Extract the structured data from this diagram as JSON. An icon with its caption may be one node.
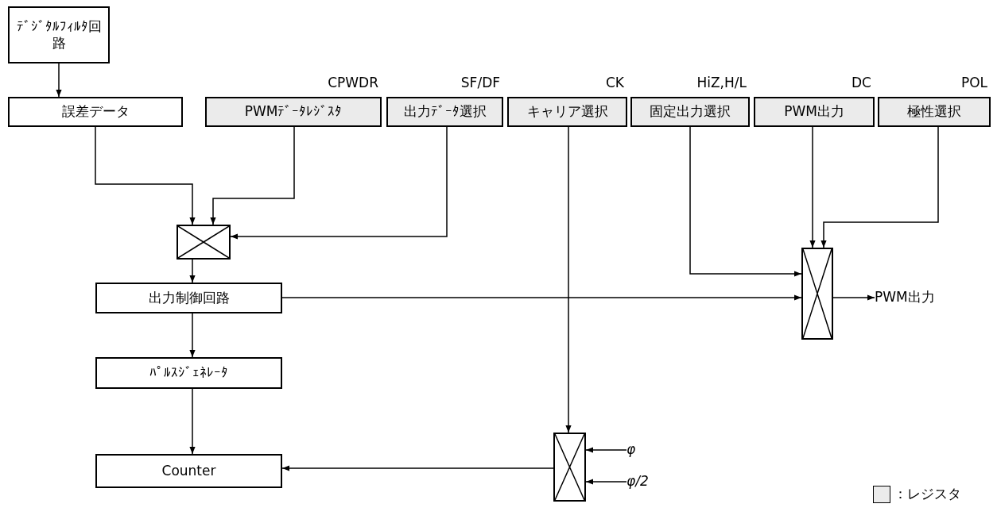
{
  "diagram": {
    "nodes": [
      {
        "text": [
          "ﾃﾞｼﾞﾀﾙﾌｨﾙﾀ回路"
        ]
      },
      {
        "text": [
          "誤差データ"
        ]
      },
      {
        "text": [
          "PWMﾃﾞｰﾀﾚｼﾞｽﾀ"
        ],
        "beside": [
          "CPWDR"
        ]
      },
      {
        "text": [
          "出力ﾃﾞｰﾀ選択"
        ],
        "beside": [
          "SF/DF"
        ]
      },
      {
        "text": [
          "キャリア選択"
        ],
        "beside": [
          "CK"
        ]
      },
      {
        "text": [
          "固定出力選択"
        ],
        "beside": [
          "HiZ,H/L"
        ]
      },
      {
        "text": [
          "PWM出力"
        ],
        "beside": [
          "DC"
        ]
      },
      {
        "text": [
          "極性選択"
        ],
        "beside": [
          "POL"
        ]
      },
      {
        "text": [],
        "shape": "box"
      },
      {
        "text": [
          "出力制御回路"
        ]
      },
      {
        "text": [],
        "shape": "box"
      },
      {
        "text": [
          "PWM出力"
        ]
      },
      {
        "text": [
          "ﾊﾟﾙｽｼﾞｪﾈﾚｰﾀ"
        ]
      },
      {
        "text": [
          "Counter"
        ]
      },
      {
        "text": [],
        "shape": "box"
      },
      {
        "text": [
          "φ"
        ]
      },
      {
        "text": [
          "φ/2"
        ]
      }
    ],
    "edges": [
      {
        "from": 0,
        "to": 1,
        "arrow": "to"
      },
      {
        "from": 1,
        "to": 8,
        "arrow": "to"
      },
      {
        "from": 2,
        "to": 8,
        "arrow": "to"
      },
      {
        "from": 3,
        "to": 8,
        "arrow": "to"
      },
      {
        "from": 8,
        "to": 9,
        "arrow": "to"
      },
      {
        "from": 9,
        "to": 10,
        "arrow": "to"
      },
      {
        "from": 4,
        "to": 14,
        "arrow": "to"
      },
      {
        "from": 5,
        "to": 10,
        "arrow": "to"
      },
      {
        "from": 6,
        "to": 10,
        "arrow": "to"
      },
      {
        "from": 7,
        "to": 10,
        "arrow": "to"
      },
      {
        "from": 10,
        "to": 11,
        "arrow": "to"
      },
      {
        "from": 9,
        "to": 12,
        "arrow": "to"
      },
      {
        "from": 12,
        "to": 13,
        "arrow": "to"
      },
      {
        "from": 14,
        "to": 13,
        "arrow": "to"
      },
      {
        "from": 15,
        "to": 14,
        "arrow": "to"
      },
      {
        "from": 16,
        "to": 14,
        "arrow": "to"
      }
    ],
    "legend": [
      {
        "text": "：レジスタ"
      }
    ]
  }
}
